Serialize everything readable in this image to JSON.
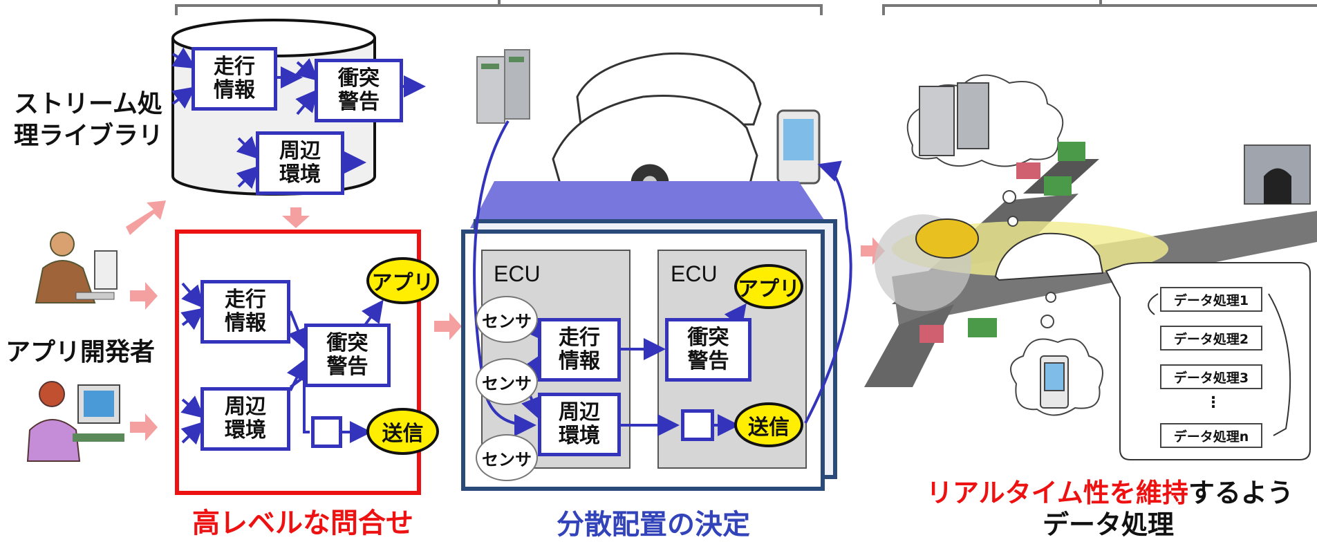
{
  "left_panel": {
    "library_label": [
      "ストリーム処",
      "理ライブラリ"
    ],
    "developer_label": "アプリ開発者",
    "db_nodes": {
      "drive": [
        "走行",
        "情報"
      ],
      "collision": [
        "衝突",
        "警告"
      ],
      "surround": [
        "周辺",
        "環境"
      ]
    },
    "query_nodes": {
      "drive": [
        "走行",
        "情報"
      ],
      "collision": [
        "衝突",
        "警告"
      ],
      "surround": [
        "周辺",
        "環境"
      ],
      "app": "アプリ",
      "send": "送信"
    },
    "caption": "高レベルな問合せ"
  },
  "middle_panel": {
    "ecu_left_label": "ECU",
    "ecu_right_label": "ECU",
    "sensors": [
      "センサ",
      "センサ",
      "センサ"
    ],
    "nodes": {
      "drive": [
        "走行",
        "情報"
      ],
      "surround": [
        "周辺",
        "環境"
      ],
      "collision": [
        "衝突",
        "警告"
      ],
      "app": "アプリ",
      "send": "送信"
    },
    "caption": "分散配置の決定"
  },
  "right_panel": {
    "processing_steps": [
      "データ処理1",
      "データ処理2",
      "データ処理3",
      "⋮",
      "データ処理n"
    ],
    "caption_red": "リアルタイム性を維持",
    "caption_black": "するよう",
    "caption_line2": "データ処理"
  },
  "colors": {
    "blue": "#3333bb",
    "red": "#ee1111",
    "highlight": "#ffee00",
    "caption_blue": "#3344bb",
    "arrow_pink": "#f4a0a0"
  }
}
